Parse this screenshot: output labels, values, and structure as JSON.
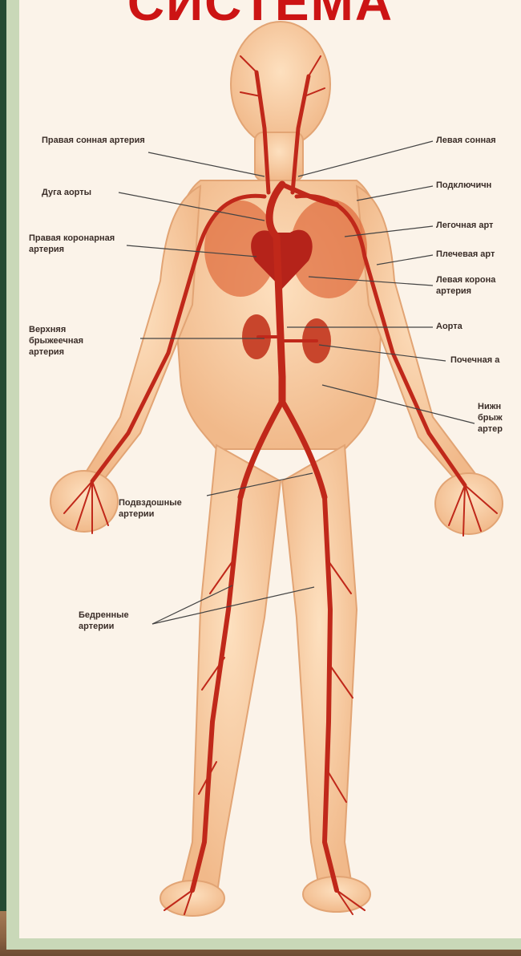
{
  "title": "СИСТЕМА",
  "labels_left": {
    "carotid_right": "Правая сонная артерия",
    "aortic_arch": "Дуга аорты",
    "coronary_right": "Правая коронарная\nартерия",
    "mesenteric_superior": "Верхняя\nбрыжеечная\nартерия",
    "iliac": "Подвздошные\nартерии",
    "femoral": "Бедренные\nартерии"
  },
  "labels_right": {
    "carotid_left": "Левая сонная",
    "subclavian": "Подключичн",
    "pulmonary": "Легочная арт",
    "brachial": "Плечевая арт",
    "coronary_left": "Левая корона\nартерия",
    "aorta": "Аорта",
    "renal": "Почечная а",
    "mesenteric_inferior": "Нижн\nбрыж\nартер"
  },
  "colors": {
    "body": "#f6c89a",
    "artery": "#c0281a",
    "title": "#cc1414",
    "board": "#2f5a3c"
  }
}
